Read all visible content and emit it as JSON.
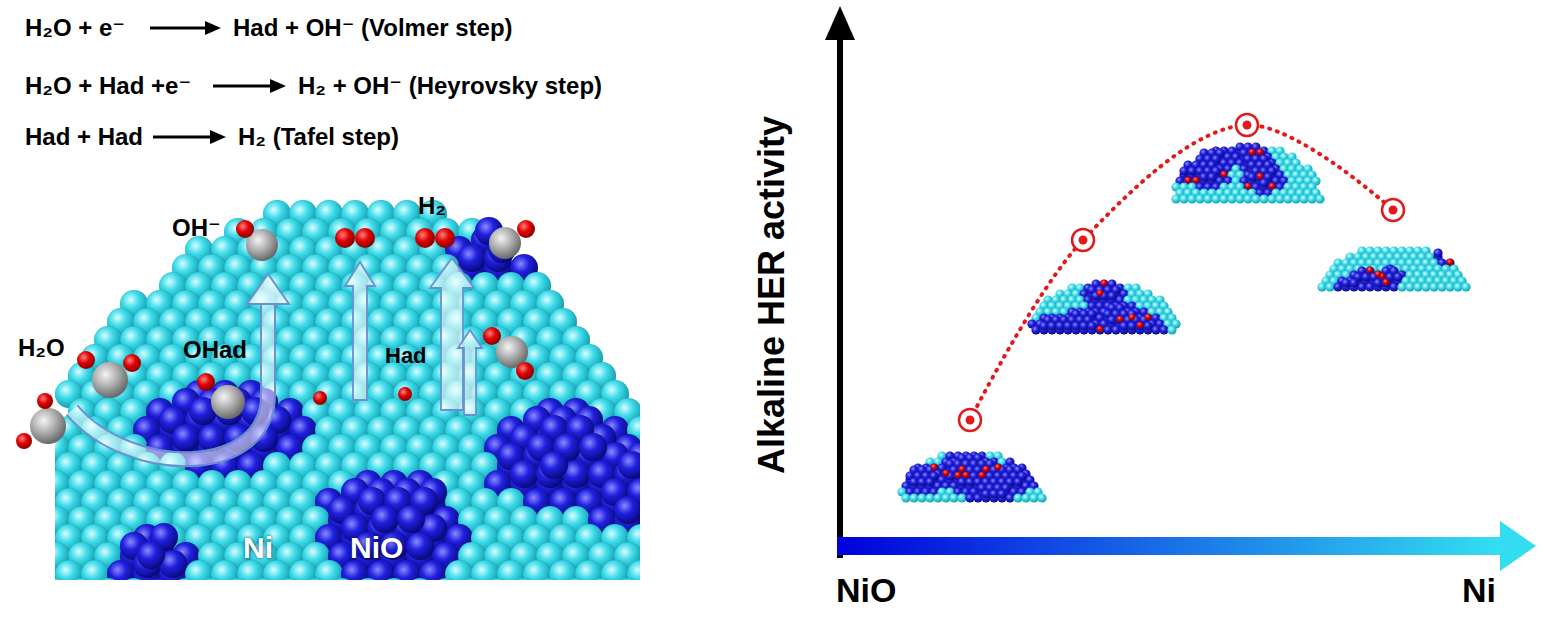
{
  "diagram": {
    "labels": [
      "H₂O + e⁻",
      "Had + OH⁻ (Volmer step)",
      "H₂O + Had +e⁻",
      "H₂ + OH⁻ (Heyrovsky step)",
      "Had + Had",
      "H₂ (Tafel step)",
      "OH⁻",
      "H₂",
      "H₂O",
      "OHad",
      "Had",
      "Ni",
      "NiO",
      "Alkaline HER activity",
      "NiO",
      "Ni"
    ]
  }
}
